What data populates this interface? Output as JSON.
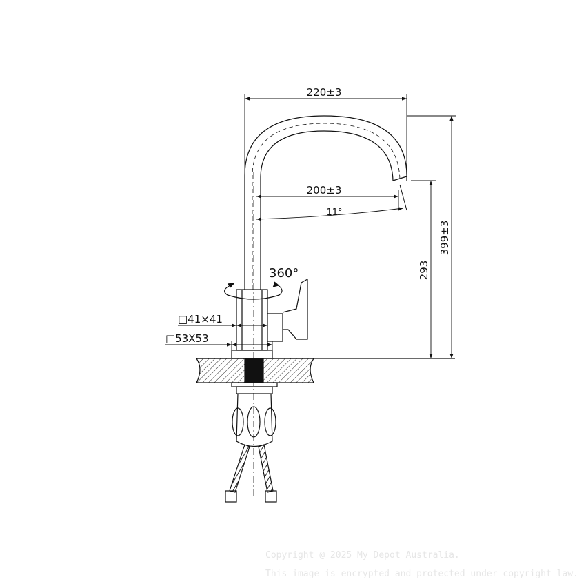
{
  "dimensions": {
    "overall_reach": "220±3",
    "spout_reach": "200±3",
    "spout_angle": "11°",
    "rotation": "360°",
    "body_size": "□41×41",
    "base_size": "□53X53",
    "spout_height": "293",
    "overall_height": "399±3"
  },
  "watermark": {
    "line1": "Copyright @ 2025 My Depot Australia.",
    "line2": "This image is encrypted and protected under copyright law."
  }
}
